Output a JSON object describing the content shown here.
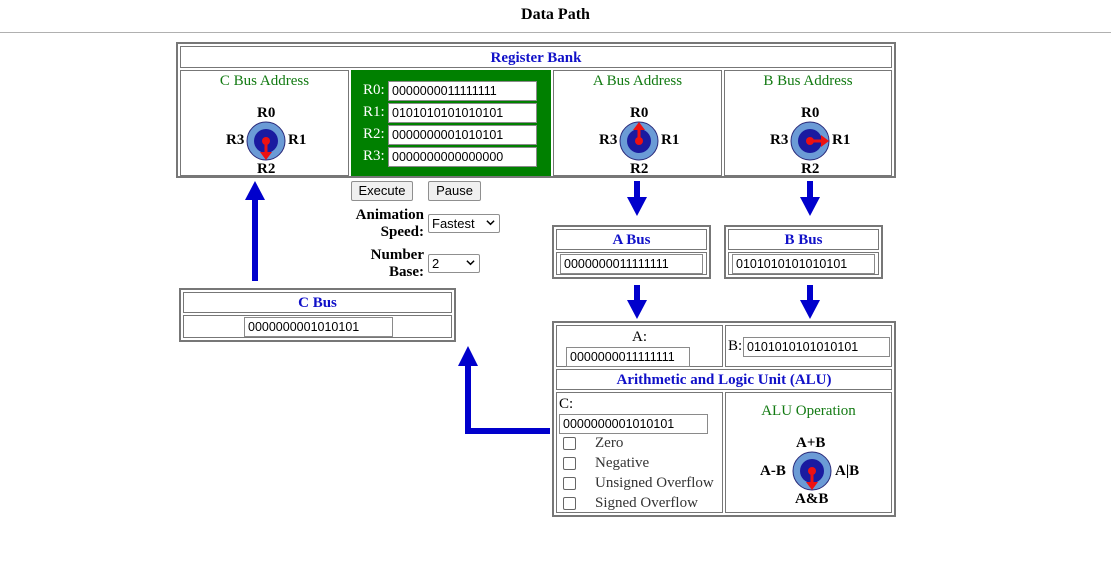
{
  "page": {
    "title": "Data Path"
  },
  "register_bank": {
    "title": "Register Bank",
    "c_bus_address": {
      "label": "C Bus Address",
      "positions": [
        "R0",
        "R1",
        "R2",
        "R3"
      ],
      "selected": "R2"
    },
    "a_bus_address": {
      "label": "A Bus Address",
      "positions": [
        "R0",
        "R1",
        "R2",
        "R3"
      ],
      "selected": "R0"
    },
    "b_bus_address": {
      "label": "B Bus Address",
      "positions": [
        "R0",
        "R1",
        "R2",
        "R3"
      ],
      "selected": "R1"
    },
    "registers": [
      {
        "name": "R0:",
        "value": "0000000011111111"
      },
      {
        "name": "R1:",
        "value": "0101010101010101"
      },
      {
        "name": "R2:",
        "value": "0000000001010101"
      },
      {
        "name": "R3:",
        "value": "0000000000000000"
      }
    ]
  },
  "controls": {
    "execute_label": "Execute",
    "pause_label": "Pause",
    "animation_speed_label_1": "Animation",
    "animation_speed_label_2": "Speed:",
    "animation_speed_value": "Fastest",
    "number_base_label_1": "Number",
    "number_base_label_2": "Base:",
    "number_base_value": "2"
  },
  "a_bus": {
    "title": "A Bus",
    "value": "0000000011111111"
  },
  "b_bus": {
    "title": "B Bus",
    "value": "0101010101010101"
  },
  "c_bus": {
    "title": "C Bus",
    "value": "0000000001010101"
  },
  "alu": {
    "title": "Arithmetic and Logic Unit (ALU)",
    "a_label": "A:",
    "a_value": "0000000011111111",
    "b_label": "B:",
    "b_value": "0101010101010101",
    "c_label": "C:",
    "c_value": "0000000001010101",
    "flags": [
      {
        "label": "Zero",
        "checked": false
      },
      {
        "label": "Negative",
        "checked": false
      },
      {
        "label": "Unsigned Overflow",
        "checked": false
      },
      {
        "label": "Signed Overflow",
        "checked": false
      }
    ],
    "operation": {
      "label": "ALU Operation",
      "positions": [
        "A+B",
        "A|B",
        "A&B",
        "A-B"
      ],
      "selected": "A&B"
    }
  },
  "colors": {
    "bus_arrow": "#0000cc",
    "register_panel": "#008000",
    "knob_ring": "#6b9bd6",
    "knob_center": "#1a1aa0",
    "knob_pointer": "#ee1111",
    "header_text": "#1010c8",
    "address_text": "#127a12"
  }
}
